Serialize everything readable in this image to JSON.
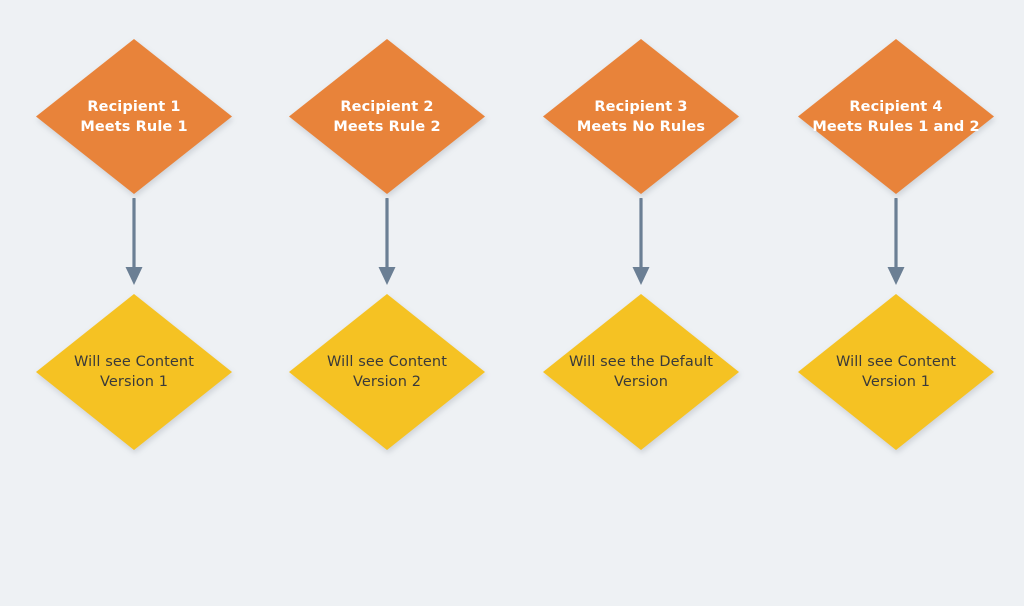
{
  "diagram": {
    "title": "Recipient rule evaluation to content version",
    "background_color": "#eef1f4",
    "orange_color": "#e8833a",
    "yellow_color": "#f5c223",
    "arrow_color": "#6b7f94",
    "orange_text_color": "#ffffff",
    "yellow_text_color": "#3a3a3a",
    "columns": [
      {
        "top": {
          "line1": "Recipient 1",
          "line2": "Meets Rule 1"
        },
        "bottom": {
          "line1": "Will see Content",
          "line2": "Version 1"
        },
        "arrow": "down-arrow"
      },
      {
        "top": {
          "line1": "Recipient 2",
          "line2": "Meets Rule 2"
        },
        "bottom": {
          "line1": "Will see Content",
          "line2": "Version 2"
        },
        "arrow": "down-arrow"
      },
      {
        "top": {
          "line1": "Recipient 3",
          "line2": "Meets No Rules"
        },
        "bottom": {
          "line1": "Will see the Default",
          "line2": "Version"
        },
        "arrow": "down-arrow"
      },
      {
        "top": {
          "line1": "Recipient 4",
          "line2": "Meets Rules 1 and 2"
        },
        "bottom": {
          "line1": "Will see Content",
          "line2": "Version 1"
        },
        "arrow": "down-arrow"
      }
    ]
  },
  "text": {
    "c0_top": "Recipient 1\nMeets Rule 1",
    "c0_bottom": "Will see Content\nVersion 1",
    "c1_top": "Recipient 2\nMeets Rule 2",
    "c1_bottom": "Will see Content\nVersion 2",
    "c2_top": "Recipient 3\nMeets No Rules",
    "c2_bottom": "Will see the Default\nVersion",
    "c3_top": "Recipient 4\nMeets Rules 1 and 2",
    "c3_bottom": "Will see Content\nVersion 1"
  }
}
